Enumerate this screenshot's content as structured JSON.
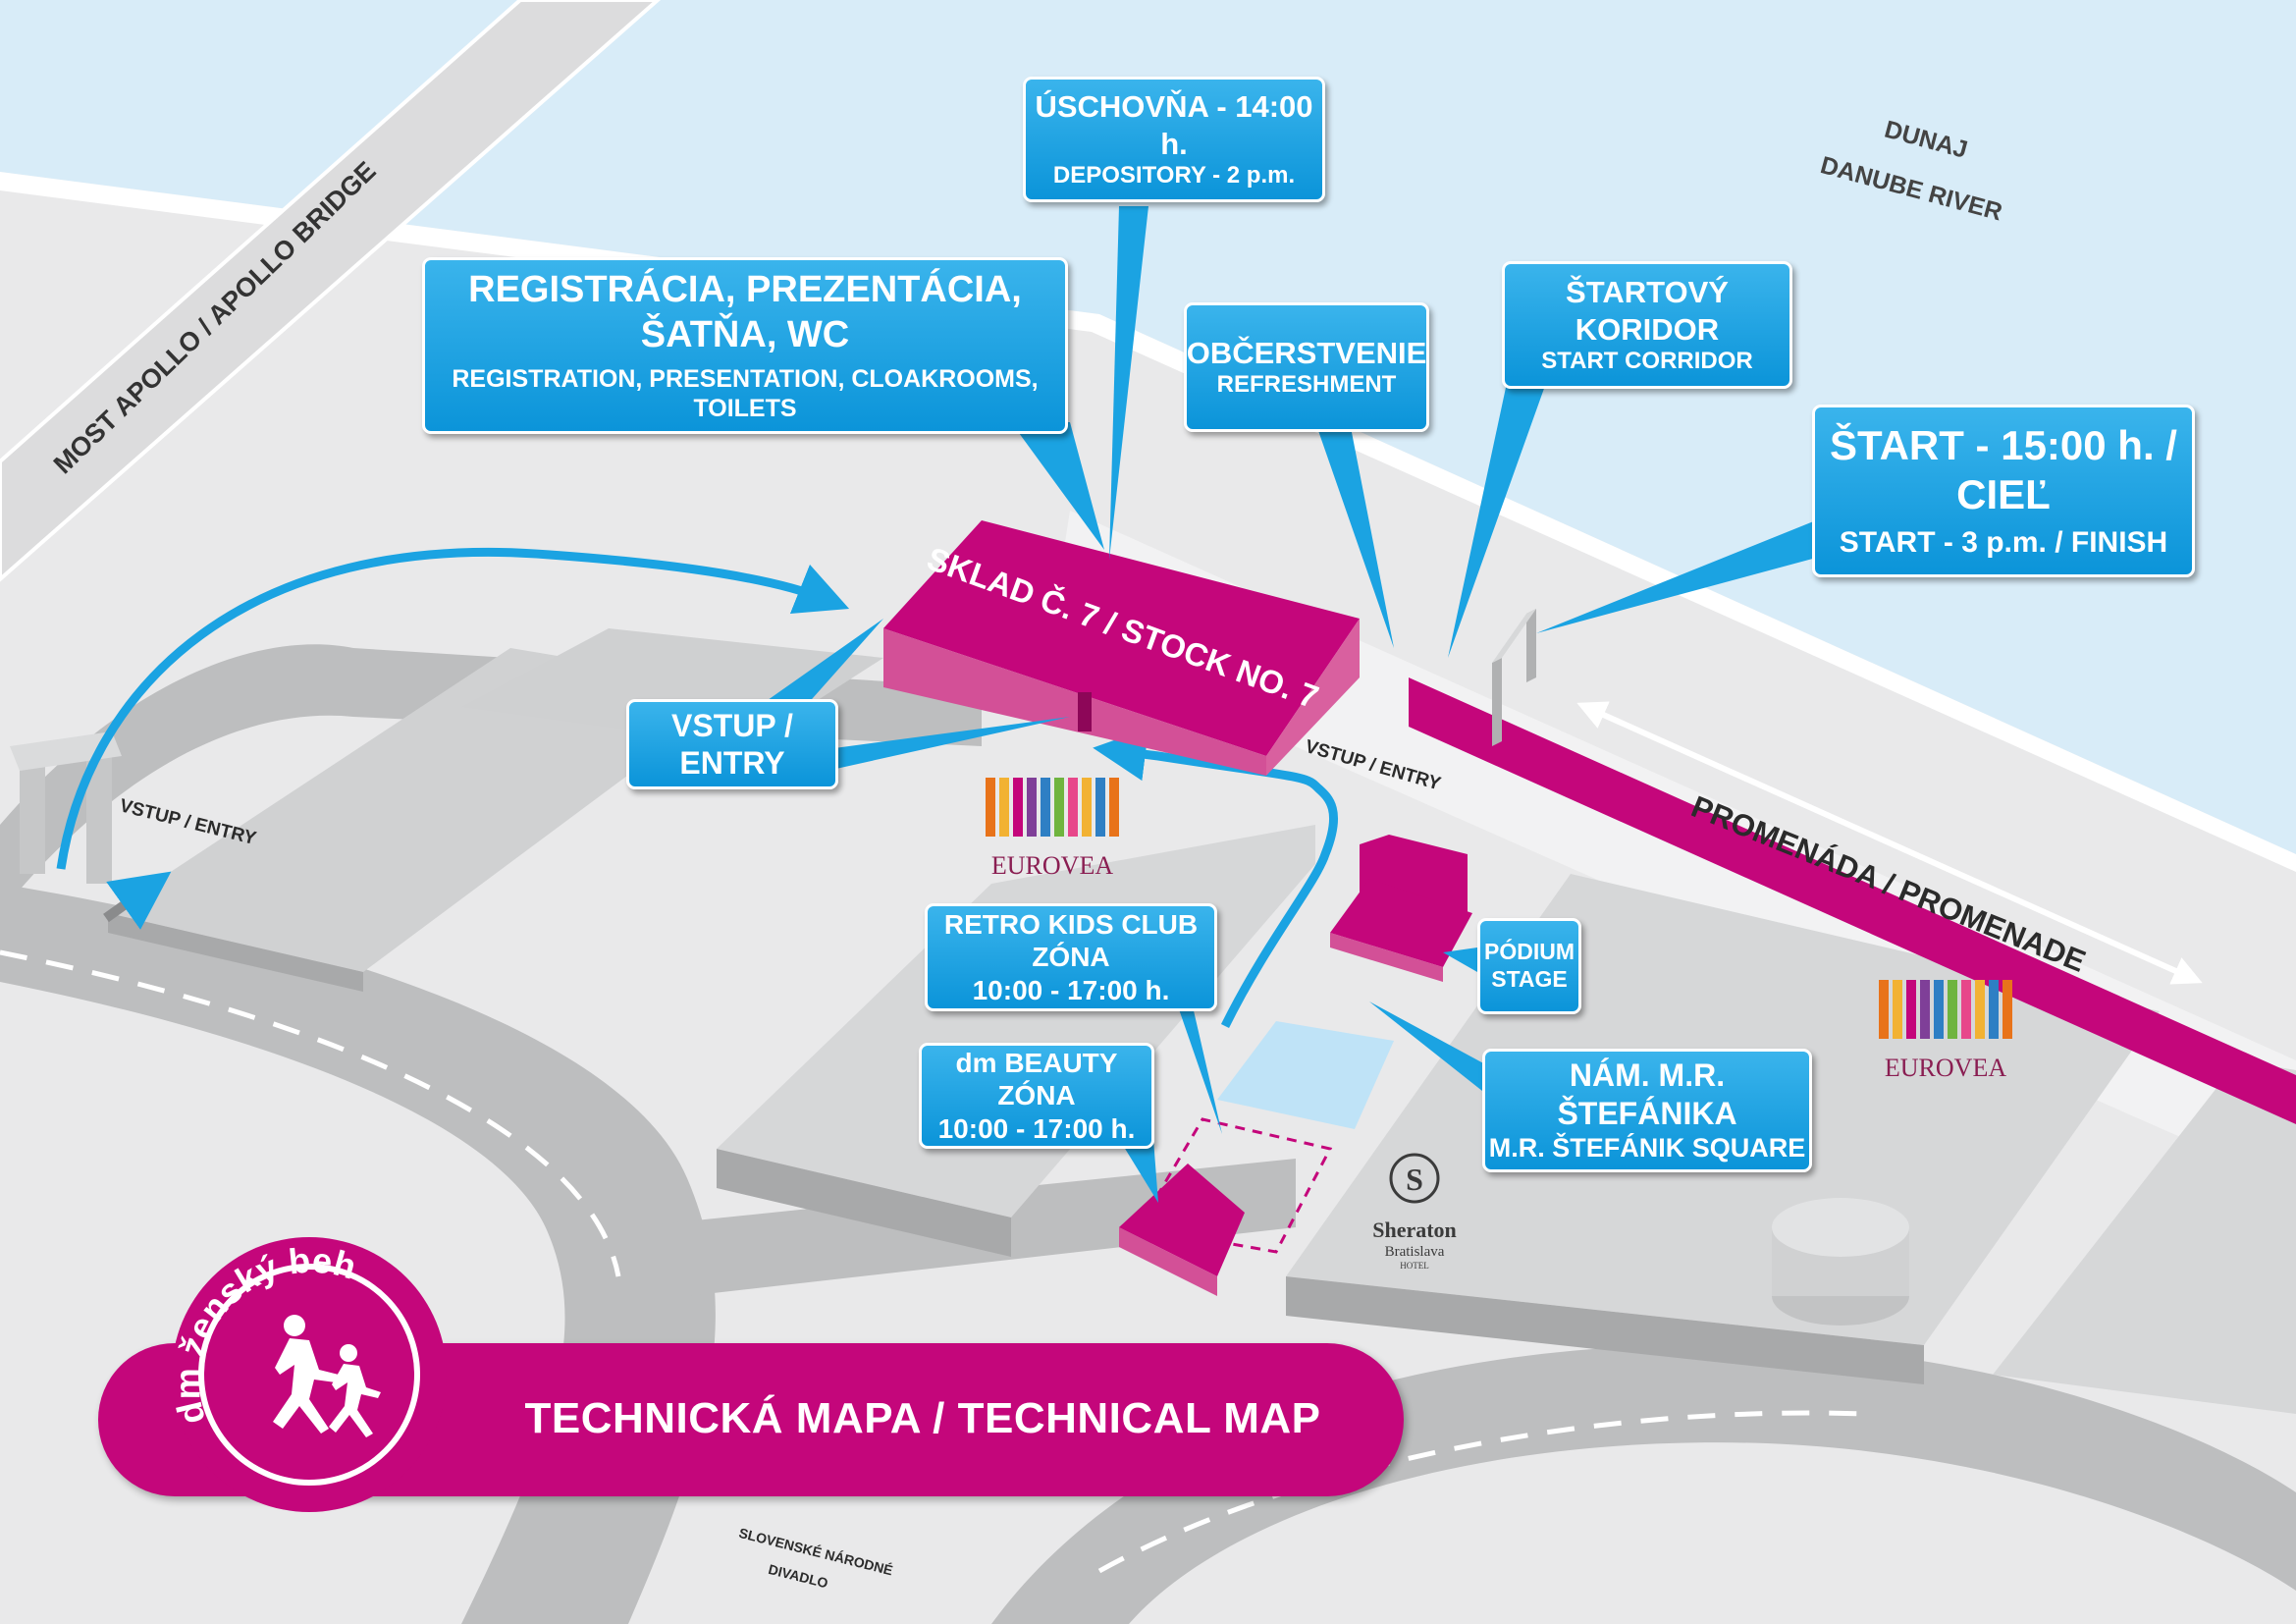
{
  "map": {
    "title": "TECHNICKÁ MAPA / TECHNICAL MAP",
    "logo_text": "dm ženský beh",
    "colors": {
      "water": "#d8ecf8",
      "ground": "#e9e9ea",
      "road": "#bdbebf",
      "building_top": "#d9dadb",
      "accent_magenta": "#c4067b",
      "accent_blue": "#1ba3e2",
      "eurovea_text": "#8a1e52"
    },
    "street_labels": {
      "bridge": "MOST APOLLO / APOLLO BRIDGE",
      "river_sk": "DUNAJ",
      "river_en": "DANUBE RIVER",
      "promenade": "PROMENÁDA / PROMENADE",
      "entry_left": "VSTUP / ENTRY",
      "entry_right": "VSTUP / ENTRY",
      "theatre_line1": "SLOVENSKÉ NÁRODNÉ",
      "theatre_line2": "DIVADLO"
    },
    "building": {
      "label": "SKLAD Č. 7 / STOCK NO. 7"
    },
    "brands": {
      "eurovea": "EUROVEA",
      "sheraton": "Sheraton",
      "sheraton_city": "Bratislava",
      "sheraton_sub": "HOTEL"
    },
    "callouts": {
      "depository": {
        "line1": "ÚSCHOVŇA - 14:00 h.",
        "line2": "DEPOSITORY - 2 p.m."
      },
      "registration": {
        "line1": "REGISTRÁCIA, PREZENTÁCIA, ŠATŇA, WC",
        "line2": "REGISTRATION, PRESENTATION, CLOAKROOMS,  TOILETS"
      },
      "refreshment": {
        "line1": "OBČERSTVENIE",
        "line2": "REFRESHMENT"
      },
      "start_corridor": {
        "line1": "ŠTARTOVÝ KORIDOR",
        "line2": "START CORRIDOR"
      },
      "start_finish": {
        "line1": "ŠTART - 15:00 h. / CIEĽ",
        "line2": "START - 3 p.m.  / FINISH"
      },
      "entry": {
        "line1": "VSTUP / ENTRY"
      },
      "kids_zone": {
        "line1": "RETRO KIDS CLUB ZÓNA",
        "line2": "10:00 - 17:00 h."
      },
      "beauty_zone": {
        "line1": "dm BEAUTY ZÓNA",
        "line2": "10:00 - 17:00 h."
      },
      "stage": {
        "line1": "PÓDIUM",
        "line2": "STAGE"
      },
      "square": {
        "line1": "NÁM. M.R. ŠTEFÁNIKA",
        "line2": "M.R. ŠTEFÁNIK SQUARE"
      }
    }
  }
}
